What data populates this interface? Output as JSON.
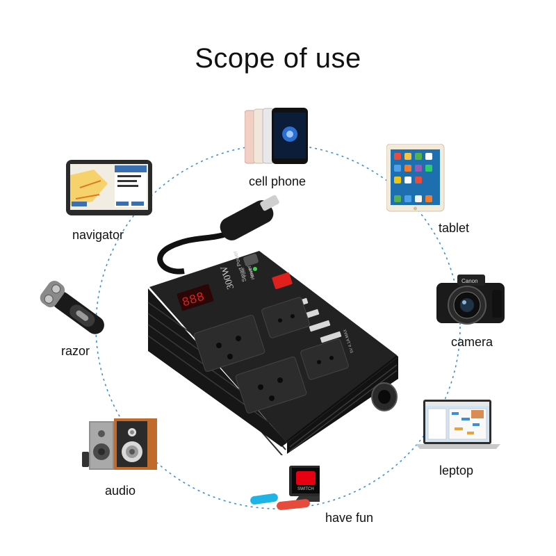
{
  "title": "Scope of use",
  "items": [
    {
      "label": "cell phone",
      "icon": "smartphone-icon"
    },
    {
      "label": "tablet",
      "icon": "tablet-icon"
    },
    {
      "label": "camera",
      "icon": "camera-icon"
    },
    {
      "label": "leptop",
      "icon": "laptop-icon"
    },
    {
      "label": "have fun",
      "icon": "game-console-icon"
    },
    {
      "label": "audio",
      "icon": "speaker-icon"
    },
    {
      "label": "razor",
      "icon": "razor-icon"
    },
    {
      "label": "navigator",
      "icon": "gps-navigator-icon"
    }
  ],
  "product": {
    "display": "888",
    "power_label": "300W",
    "brand_text": "Smart Power",
    "type_text": "Inverter",
    "port_spec": "5V 4.1A MAX",
    "power_led": "Power",
    "fuse_label": "Fuse"
  },
  "colors": {
    "ring": "#3a8fd6",
    "device": "#1c1c1c",
    "switch": "#e0201c",
    "display": "#e0201c"
  }
}
